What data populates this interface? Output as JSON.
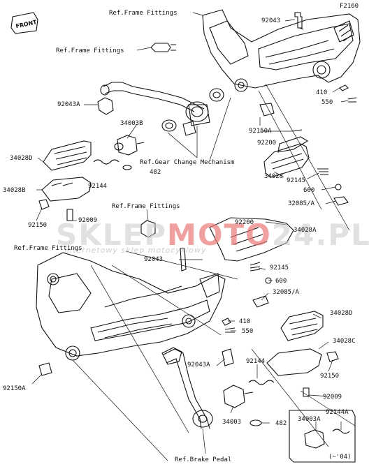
{
  "figure_code": "F2160",
  "front_label": "FRONT",
  "watermark": {
    "brand_left": "SKLEP",
    "brand_accent": "MOTO",
    "brand_right": "24.PL",
    "tagline": "internetowy sklep motocyklowy"
  },
  "labels": {
    "ref_frame_fittings_top": "Ref.Frame Fittings",
    "n92043_top": "92043",
    "ref_frame_fittings_2": "Ref.Frame Fittings",
    "n410_top": "410",
    "n550_top": "550",
    "n92043A_top": "92043A",
    "n34003B": "34003B",
    "n92150A_top": "92150A",
    "n92200_top": "92200",
    "n34028D_left": "34028D",
    "ref_gear_change": "Ref.Gear Change Mechanism",
    "n482_top": "482",
    "n92144_top": "92144",
    "n34028B": "34028B",
    "n34028_right": "34028",
    "n92145_top": "92145",
    "n600_top": "600",
    "n32085A_top": "32085/A",
    "n92009_top": "92009",
    "n92150_left": "92150",
    "ref_frame_fittings_mid": "Ref.Frame Fittings",
    "n92200_mid": "92200",
    "n34028A": "34028A",
    "ref_frame_fittings_left": "Ref.Frame Fittings",
    "n92043_mid": "92043",
    "n92145_mid": "92145",
    "n600_mid": "600",
    "n32085A_mid": "32085/A",
    "n410_mid": "410",
    "n550_mid": "550",
    "n34028D_right": "34028D",
    "n34028C": "34028C",
    "n92043A_bottom": "92043A",
    "n92144_bottom": "92144",
    "n92150_right": "92150",
    "n92150A_bottom": "92150A",
    "n92009_bottom": "92009",
    "n34003": "34003",
    "n482_bottom": "482",
    "n34003A": "34003A",
    "n92144A": "92144A",
    "range_note": "(~'04)",
    "ref_brake_pedal": "Ref.Brake Pedal"
  }
}
